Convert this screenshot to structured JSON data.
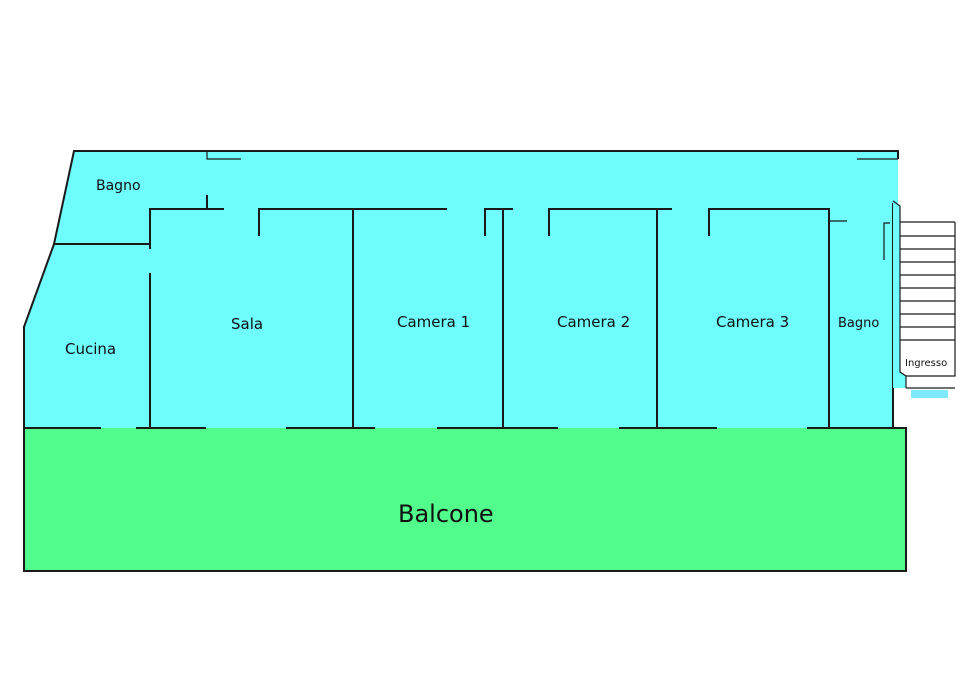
{
  "colors": {
    "interior": "#6ffcfc",
    "balcony": "#52fc8c",
    "wall": "#1a1a1a",
    "step_highlight": "#7fe8fc"
  },
  "rooms": {
    "bagno_top": "Bagno",
    "cucina": "Cucina",
    "sala": "Sala",
    "camera1": "Camera 1",
    "camera2": "Camera 2",
    "camera3": "Camera 3",
    "bagno_right": "Bagno",
    "ingresso": "Ingresso",
    "balcone": "Balcone"
  }
}
